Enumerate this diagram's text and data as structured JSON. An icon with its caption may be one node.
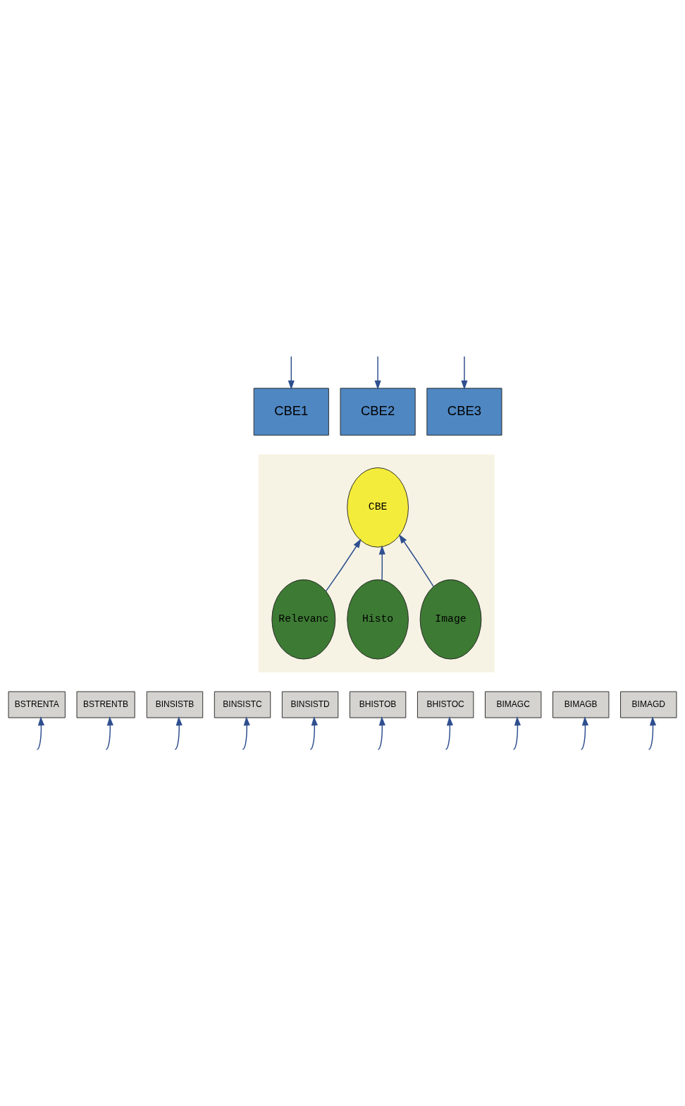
{
  "diagram": {
    "nodes": [
      {
        "text": [
          "CBE1"
        ]
      },
      {
        "text": [
          "CBE2"
        ]
      },
      {
        "text": [
          "CBE3"
        ]
      },
      {
        "text": [],
        "shape": "box"
      },
      {
        "text": [
          "CBE"
        ],
        "in": 3
      },
      {
        "text": [
          "Relevanc"
        ],
        "in": 3
      },
      {
        "text": [
          "Histo"
        ],
        "in": 3
      },
      {
        "text": [
          "Image"
        ],
        "in": 3
      },
      {
        "text": [
          "BSTRENTA"
        ]
      },
      {
        "text": [
          "BSTRENTB"
        ]
      },
      {
        "text": [
          "BINSISTB"
        ]
      },
      {
        "text": [
          "BINSISTC"
        ]
      },
      {
        "text": [
          "BINSISTD"
        ]
      },
      {
        "text": [
          "BHISTOB"
        ]
      },
      {
        "text": [
          "BHISTOC"
        ]
      },
      {
        "text": [
          "BIMAGC"
        ]
      },
      {
        "text": [
          "BIMAGB"
        ]
      },
      {
        "text": [
          "BIMAGD"
        ]
      }
    ],
    "edges": [
      {
        "from": null,
        "to": 0,
        "arrow": "to"
      },
      {
        "from": null,
        "to": 1,
        "arrow": "to"
      },
      {
        "from": null,
        "to": 2,
        "arrow": "to"
      },
      {
        "from": 5,
        "to": 4,
        "arrow": "to"
      },
      {
        "from": 6,
        "to": 4,
        "arrow": "to"
      },
      {
        "from": 7,
        "to": 4,
        "arrow": "to"
      },
      {
        "from": null,
        "to": 8,
        "arrow": "to"
      },
      {
        "from": null,
        "to": 9,
        "arrow": "to"
      },
      {
        "from": null,
        "to": 10,
        "arrow": "to"
      },
      {
        "from": null,
        "to": 11,
        "arrow": "to"
      },
      {
        "from": null,
        "to": 12,
        "arrow": "to"
      },
      {
        "from": null,
        "to": 13,
        "arrow": "to"
      },
      {
        "from": null,
        "to": 14,
        "arrow": "to"
      },
      {
        "from": null,
        "to": 15,
        "arrow": "to"
      },
      {
        "from": null,
        "to": 16,
        "arrow": "to"
      },
      {
        "from": null,
        "to": 17,
        "arrow": "to"
      }
    ]
  }
}
